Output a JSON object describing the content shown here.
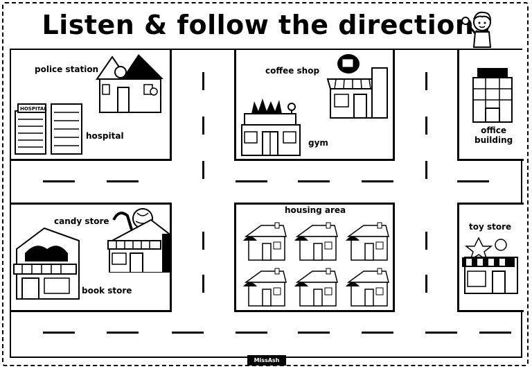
{
  "header": {
    "title": "Listen & follow the directions"
  },
  "places": {
    "police_station": "police station",
    "hospital": "hospital",
    "coffee_shop": "coffee shop",
    "gym": "gym",
    "office_building": "office\nbuilding",
    "candy_store": "candy store",
    "book_store": "book store",
    "housing_area": "housing area",
    "toy_store": "toy store"
  },
  "signs": {
    "hospital_sign": "HOSPITAL"
  },
  "footer": {
    "credit": "MissAsh"
  }
}
